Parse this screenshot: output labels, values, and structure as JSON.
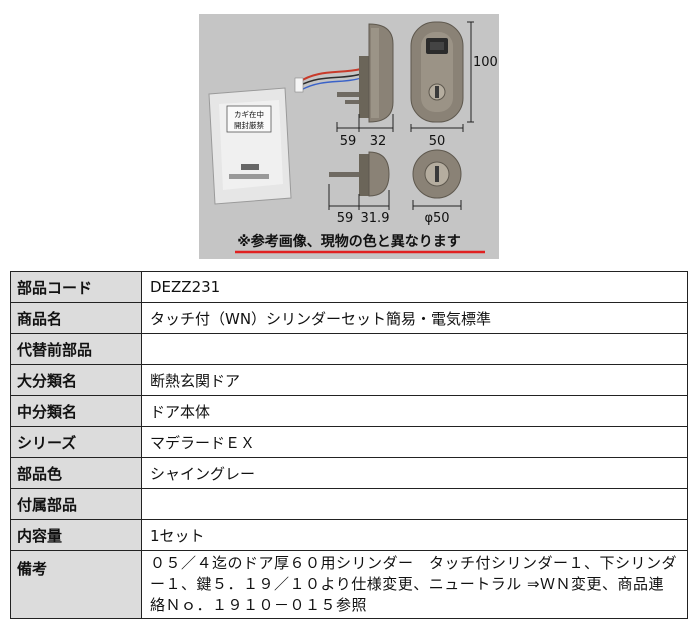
{
  "product_image": {
    "package_label": [
      "カギ在中",
      "開封厳禁"
    ],
    "dimensions": {
      "height": "100",
      "top_depth_a": "59",
      "top_depth_b": "32",
      "top_width": "50",
      "bottom_depth_a": "59",
      "bottom_depth_b": "31.9",
      "bottom_diameter": "φ50"
    },
    "caption": "※参考画像、現物の色と異なります",
    "colors": {
      "background": "#c5c5c5",
      "product_metal": "#8a8276",
      "caption_underline": "#e02020"
    }
  },
  "specs": [
    {
      "label": "部品コード",
      "value": "DEZZ231"
    },
    {
      "label": "商品名",
      "value": "タッチ付（WN）シリンダーセット簡易・電気標準"
    },
    {
      "label": "代替前部品",
      "value": ""
    },
    {
      "label": "大分類名",
      "value": "断熱玄関ドア"
    },
    {
      "label": "中分類名",
      "value": "ドア本体"
    },
    {
      "label": "シリーズ",
      "value": "マデラードＥＸ"
    },
    {
      "label": "部品色",
      "value": "シャイングレー"
    },
    {
      "label": "付属部品",
      "value": ""
    },
    {
      "label": "内容量",
      "value": "1セット"
    },
    {
      "label": "備考",
      "value": "０５／４迄のドア厚６０用シリンダー　タッチ付シリンダー１、下シリンダー１、鍵５．１９／１０より仕様変更、ニュートラル ⇒ＷＮ変更、商品連絡Ｎｏ．１９１０－０１５参照"
    }
  ]
}
